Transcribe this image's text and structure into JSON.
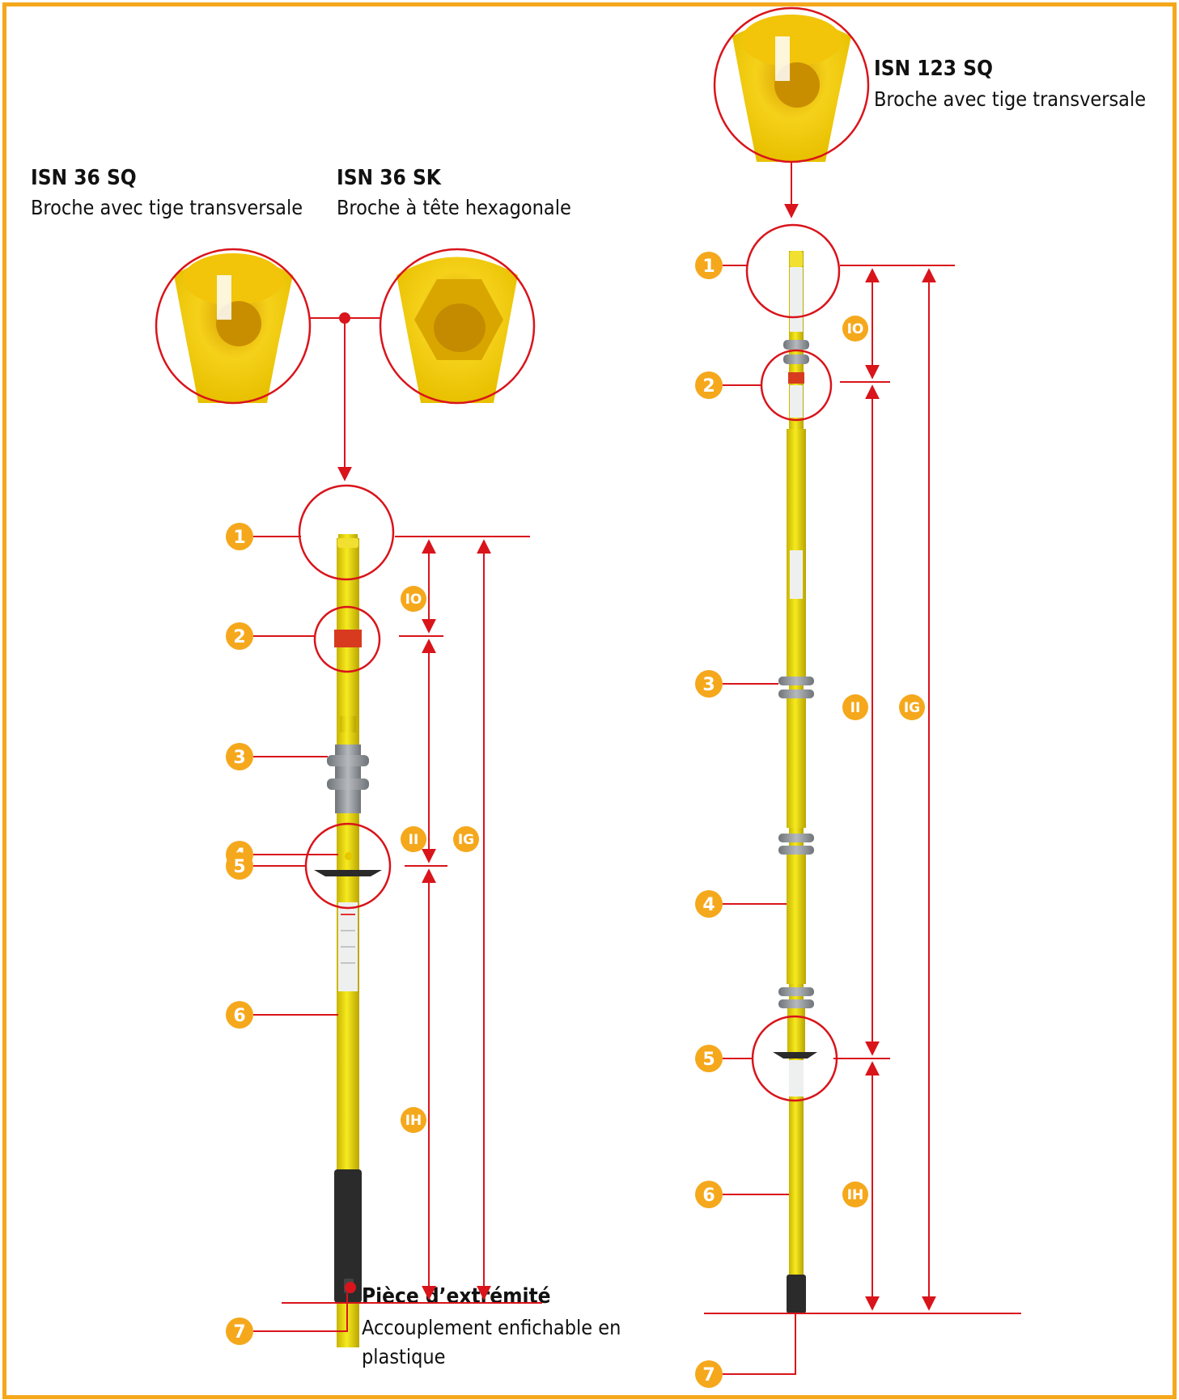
{
  "frame_color": "#f5a81c",
  "accent_red": "#d9141b",
  "badge_color": "#f5a81c",
  "left_tool": {
    "head_a_model": "ISN 36 SQ",
    "head_a_desc": "Broche avec tige transversale",
    "head_b_model": "ISN 36 SK",
    "head_b_desc": "Broche à tête hexagonale",
    "end_piece_title": "Pièce d’extrémité",
    "end_piece_desc_1": "Accouplement enfichable en",
    "end_piece_desc_2": "plastique"
  },
  "right_tool": {
    "head_model": "ISN 123 SQ",
    "head_desc": "Broche avec tige transversale"
  },
  "part_numbers": [
    "1",
    "2",
    "3",
    "4",
    "5",
    "6",
    "7"
  ],
  "dimension_labels": {
    "io": "IO",
    "ii": "II",
    "ig": "IG",
    "ih": "IH"
  }
}
